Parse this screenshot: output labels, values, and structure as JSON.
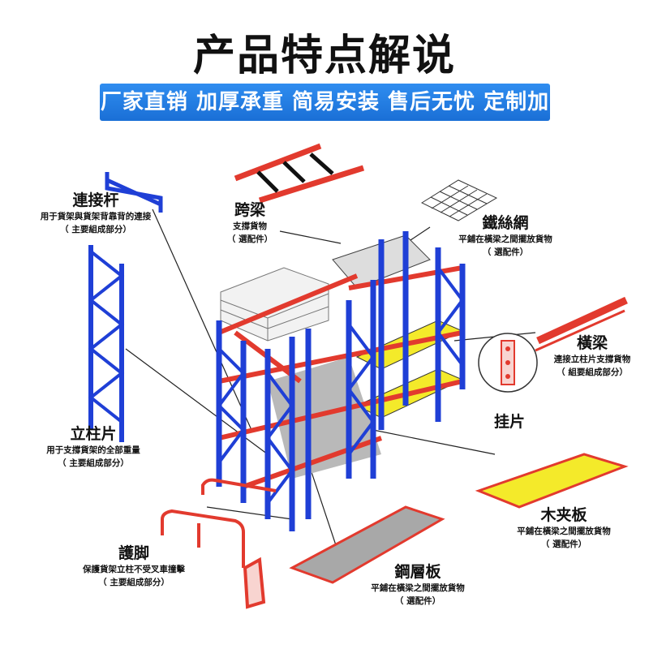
{
  "title": "产品特点解说",
  "banner": "厂家直销 加厚承重 简易安装 售后无忧 定制加工",
  "parts": {
    "connector": {
      "name": "連接杆",
      "desc": "用于貨架與貨架背靠背的連接",
      "note": "（ 主要組成部分）"
    },
    "upright": {
      "name": "立柱片",
      "desc": "用于支撐貨架的全部重量",
      "note": "（ 主要組成部分）"
    },
    "guard": {
      "name": "護脚",
      "desc": "保護貨架立柱不受叉車撞擊",
      "note": "（ 主要組成部分）"
    },
    "span": {
      "name": "跨梁",
      "desc": "支撐貨物",
      "note": "（ 選配件）"
    },
    "mesh": {
      "name": "鐵絲網",
      "desc": "平鋪在橫梁之間擺放貨物",
      "note": "（ 選配件）"
    },
    "beam": {
      "name": "橫梁",
      "desc": "連接立柱片支撐貨物",
      "note": "（ 組要組成部分）"
    },
    "hanger": {
      "name": "挂片"
    },
    "wood": {
      "name": "木夹板",
      "desc": "平鋪在橫梁之間擺放貨物",
      "note": "（ 選配件）"
    },
    "steel": {
      "name": "鋼層板",
      "desc": "平鋪在橫梁之間擺放貨物",
      "note": "（ 選配件）"
    }
  },
  "colors": {
    "upright": "#1f3fd6",
    "beam": "#e23a2e",
    "panel": "#f4ea2a",
    "steel": "#a8a8a8",
    "banner": "#1a6fd6"
  }
}
